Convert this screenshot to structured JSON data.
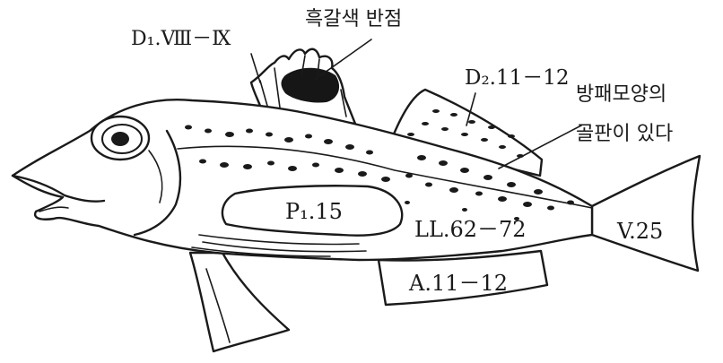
{
  "labels": {
    "d1": "D₁.Ⅷ－Ⅸ",
    "spot": "흑갈색 반점",
    "d2": "D₂.11－12",
    "plates_line1": "방패모양의",
    "plates_line2": "골판이 있다",
    "p1": "P₁.15",
    "ll": "LL.62－72",
    "v": "V.25",
    "a": "A.11－12"
  },
  "colors": {
    "ink": "#1a1a1a",
    "background": "#ffffff"
  }
}
